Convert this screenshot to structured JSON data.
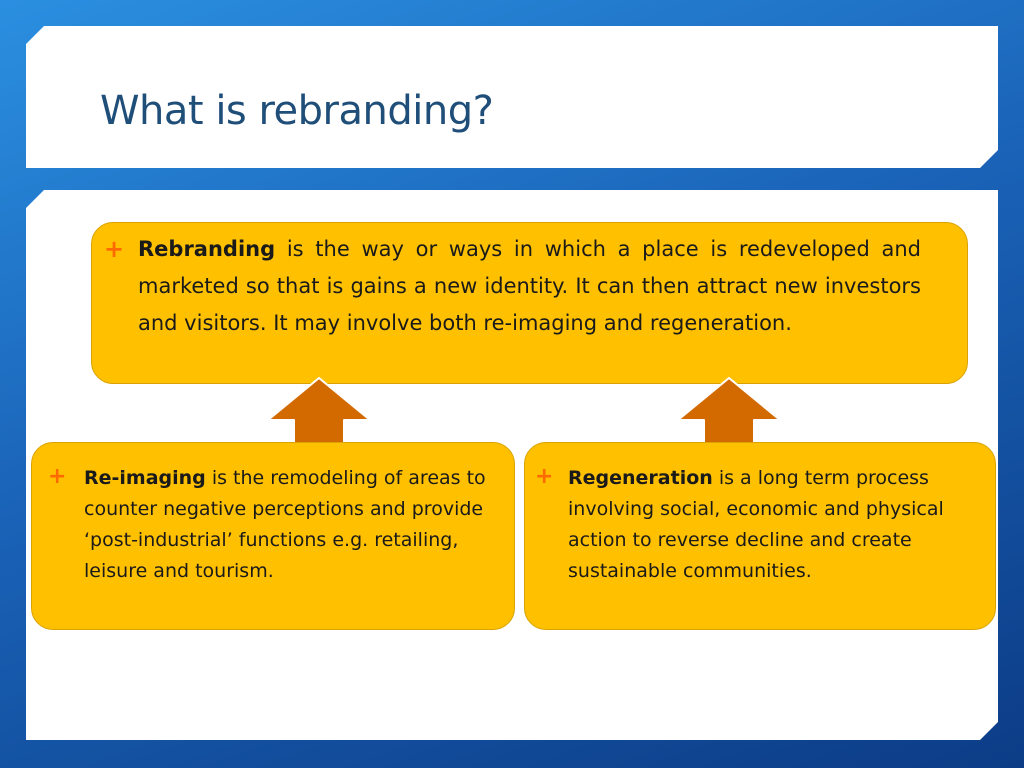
{
  "slide": {
    "title": "What is rebranding?",
    "colors": {
      "box_fill": "#ffc000",
      "arrow_fill": "#d36a00",
      "title_text": "#1f4e79",
      "bullet": "#ff6a00"
    }
  },
  "rebranding": {
    "bullet": "+",
    "term": "Rebranding",
    "text": " is the way or ways in which a place is redeveloped and marketed so that is gains a new identity. It can then attract new investors and visitors. It may involve both re-imaging and regeneration."
  },
  "reimaging": {
    "bullet": "+",
    "term": "Re-imaging",
    "text": " is the remodeling of areas to counter negative perceptions and provide ‘post-industrial’ functions e.g. retailing, leisure and tourism."
  },
  "regeneration": {
    "bullet": "+",
    "term": "Regeneration",
    "text": " is a long term process involving social, economic and physical action to reverse decline and create sustainable communities."
  },
  "arrows": {
    "left": "up-arrow-icon",
    "right": "up-arrow-icon"
  }
}
